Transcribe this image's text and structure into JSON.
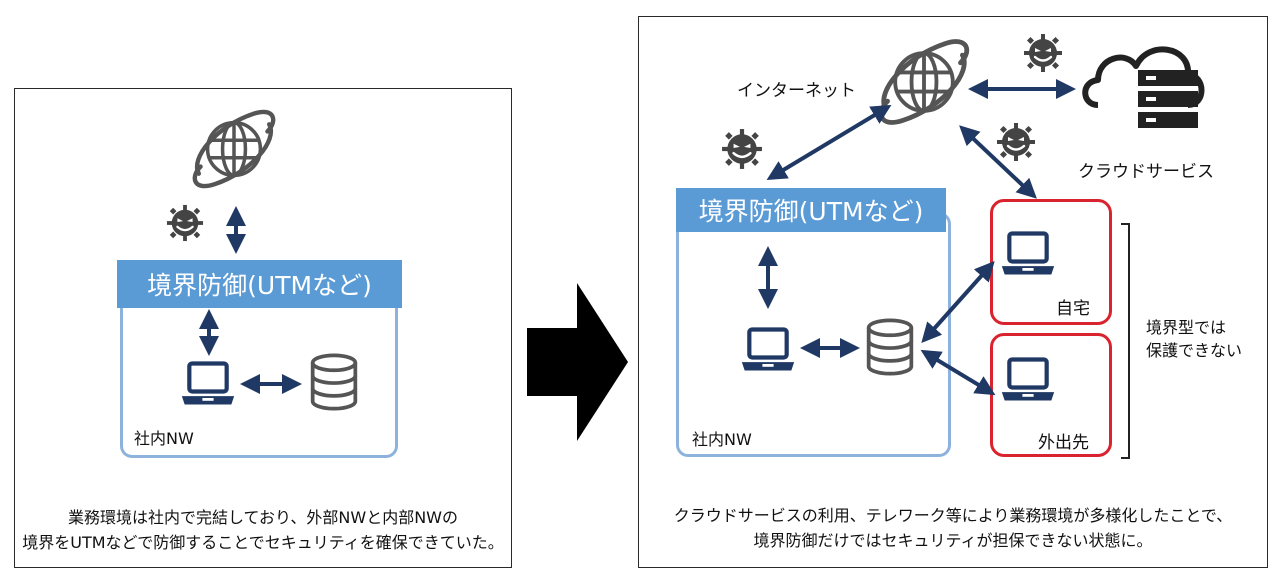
{
  "left_panel": {
    "boundary_label": "境界防御(UTMなど)",
    "network_label": "社内NW",
    "caption_lines": [
      "業務環境は社内で完結しており、外部NWと内部NWの",
      "境界をUTMなどで防御することでセキュリティを確保できていた。"
    ]
  },
  "right_panel": {
    "internet_label": "インターネット",
    "cloud_label": "クラウドサービス",
    "boundary_label": "境界防御(UTMなど)",
    "network_label": "社内NW",
    "home_label": "自宅",
    "outside_label": "外出先",
    "side_note_lines": [
      "境界型では",
      "保護できない"
    ],
    "caption_lines": [
      "クラウドサービスの利用、テレワーク等により業務環境が多様化したことで、",
      "境界防御だけではセキュリティが担保できない状態に。"
    ]
  },
  "icons": {
    "globe": "globe-icon",
    "threat": "virus-face-icon",
    "laptop": "laptop-icon",
    "database": "database-icon",
    "cloud_server": "cloud-server-icon",
    "transition_arrow": "big-right-arrow-icon"
  },
  "colors": {
    "arrow": "#1f3864",
    "banner": "#5b9bd5",
    "network_border": "#8db3dc",
    "alert_border": "#d9232e",
    "icon_gray": "#555555"
  }
}
